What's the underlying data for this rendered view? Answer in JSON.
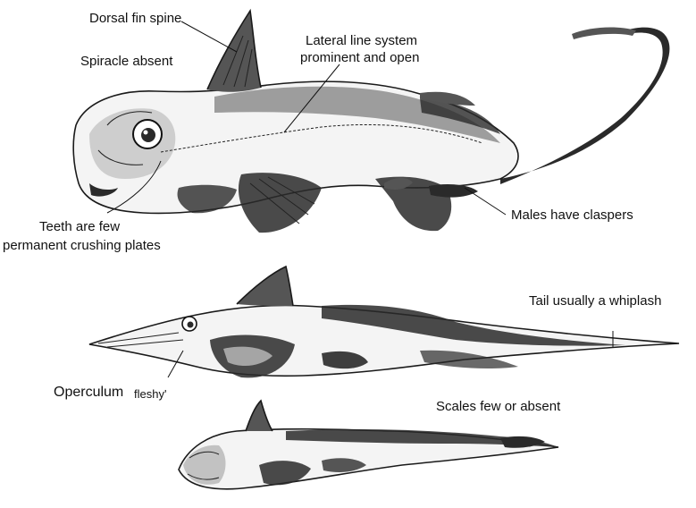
{
  "labels": {
    "dorsal_fin_spine": "Dorsal fin spine",
    "spiracle_absent": "Spiracle absent",
    "lateral_line_1": "Lateral line system",
    "lateral_line_2": "prominent and open",
    "teeth_1": "Teeth are few",
    "teeth_2": "permanent crushing plates",
    "males_claspers": "Males have claspers",
    "tail_whiplash": "Tail usually a whiplash",
    "operculum": "Operculum",
    "operculum_fleshy": "fleshy'",
    "scales": "Scales few or absent"
  },
  "icons": [
    "chimaera-illustration",
    "long-snout-chimaera-illustration",
    "short-snout-chimaera-illustration"
  ]
}
